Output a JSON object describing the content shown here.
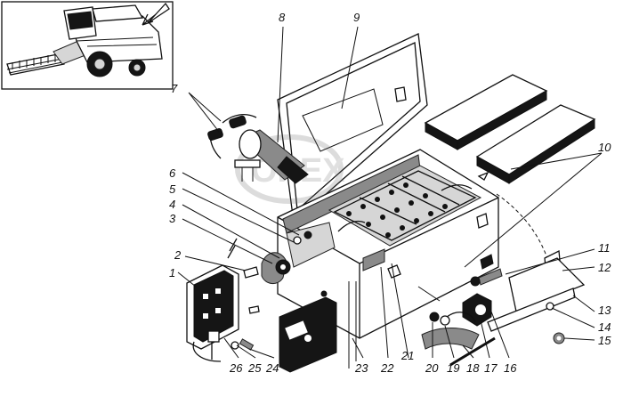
{
  "callouts": [
    {
      "id": "1",
      "label": "1"
    },
    {
      "id": "2",
      "label": "2"
    },
    {
      "id": "3",
      "label": "3"
    },
    {
      "id": "4",
      "label": "4"
    },
    {
      "id": "5",
      "label": "5"
    },
    {
      "id": "6",
      "label": "6"
    },
    {
      "id": "7",
      "label": "7"
    },
    {
      "id": "8",
      "label": "8"
    },
    {
      "id": "9",
      "label": "9"
    },
    {
      "id": "10",
      "label": "10"
    },
    {
      "id": "11",
      "label": "11"
    },
    {
      "id": "12",
      "label": "12"
    },
    {
      "id": "13",
      "label": "13"
    },
    {
      "id": "14",
      "label": "14"
    },
    {
      "id": "15",
      "label": "15"
    },
    {
      "id": "16",
      "label": "16"
    },
    {
      "id": "17",
      "label": "17"
    },
    {
      "id": "18",
      "label": "18"
    },
    {
      "id": "19",
      "label": "19"
    },
    {
      "id": "20",
      "label": "20"
    },
    {
      "id": "21",
      "label": "21"
    },
    {
      "id": "22",
      "label": "22"
    },
    {
      "id": "23",
      "label": "23"
    },
    {
      "id": "24",
      "label": "24"
    },
    {
      "id": "25",
      "label": "25"
    },
    {
      "id": "26",
      "label": "26"
    }
  ],
  "watermark_text": "ОРЕХ"
}
